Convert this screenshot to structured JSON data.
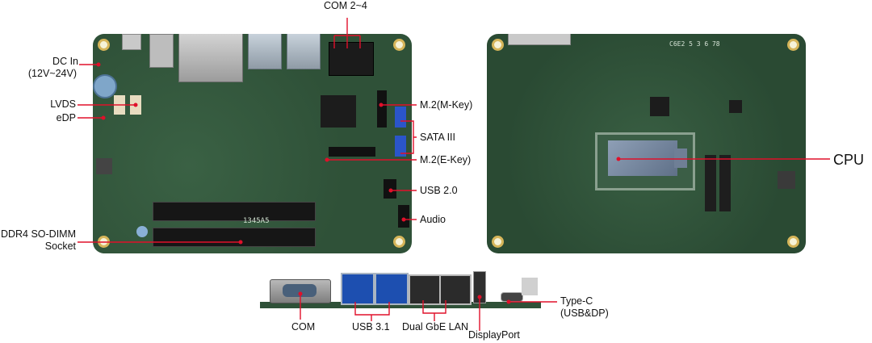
{
  "labels": {
    "com24": "COM 2~4",
    "dcin": "DC In",
    "dcin_range": "(12V~24V)",
    "lvds": "LVDS",
    "edp": "eDP",
    "ddr4_line1": "DDR4 SO-DIMM",
    "ddr4_line2": "Socket",
    "m2m": "M.2(M-Key)",
    "sata": "SATA III",
    "m2e": "M.2(E-Key)",
    "usb20": "USB 2.0",
    "audio": "Audio",
    "cpu": "CPU",
    "com": "COM",
    "usb31": "USB 3.1",
    "lan": "Dual GbE LAN",
    "dp": "DisplayPort",
    "typec_line1": "Type-C",
    "typec_line2": "(USB&DP)"
  },
  "board_marks": {
    "silk_code": "1345A5",
    "back_code": "C6E2 5 3 6 78"
  },
  "colors": {
    "pcb": "#2f5138",
    "pcb_dark": "#233f2b",
    "leader": "#e0102a",
    "text": "#111111"
  }
}
